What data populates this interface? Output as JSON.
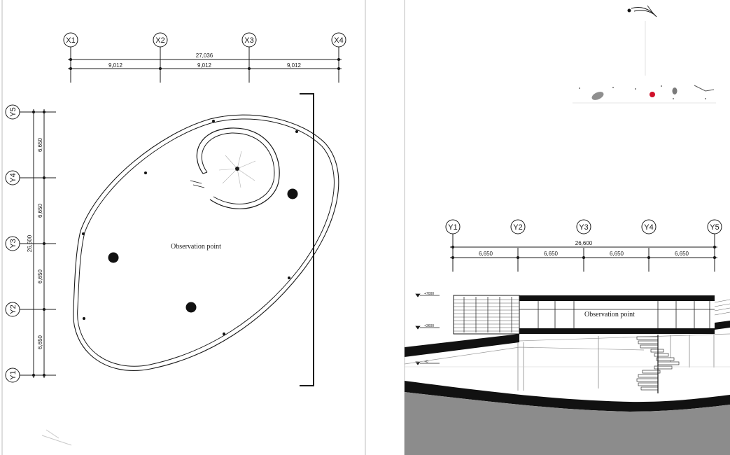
{
  "plan": {
    "x_grid": [
      "X1",
      "X2",
      "X3",
      "X4"
    ],
    "x_total": "27,036",
    "x_spans": [
      "9,012",
      "9,012",
      "9,012"
    ],
    "y_grid": [
      "Y5",
      "Y4",
      "Y3",
      "Y2",
      "Y1"
    ],
    "y_total": "26,600",
    "y_spans": [
      "6,650",
      "6,650",
      "6,650",
      "6,650"
    ],
    "label": "Observation point"
  },
  "section": {
    "grid": [
      "Y1",
      "Y2",
      "Y3",
      "Y4",
      "Y5"
    ],
    "total": "26,600",
    "spans": [
      "6,650",
      "6,650",
      "6,650",
      "6,650"
    ],
    "label": "Observation point",
    "levels": [
      "+7000",
      "+3600",
      "+0"
    ]
  },
  "colors": {
    "line": "#1a1a1a",
    "ground": "#8c8c8c",
    "accent": "#d0102a"
  }
}
